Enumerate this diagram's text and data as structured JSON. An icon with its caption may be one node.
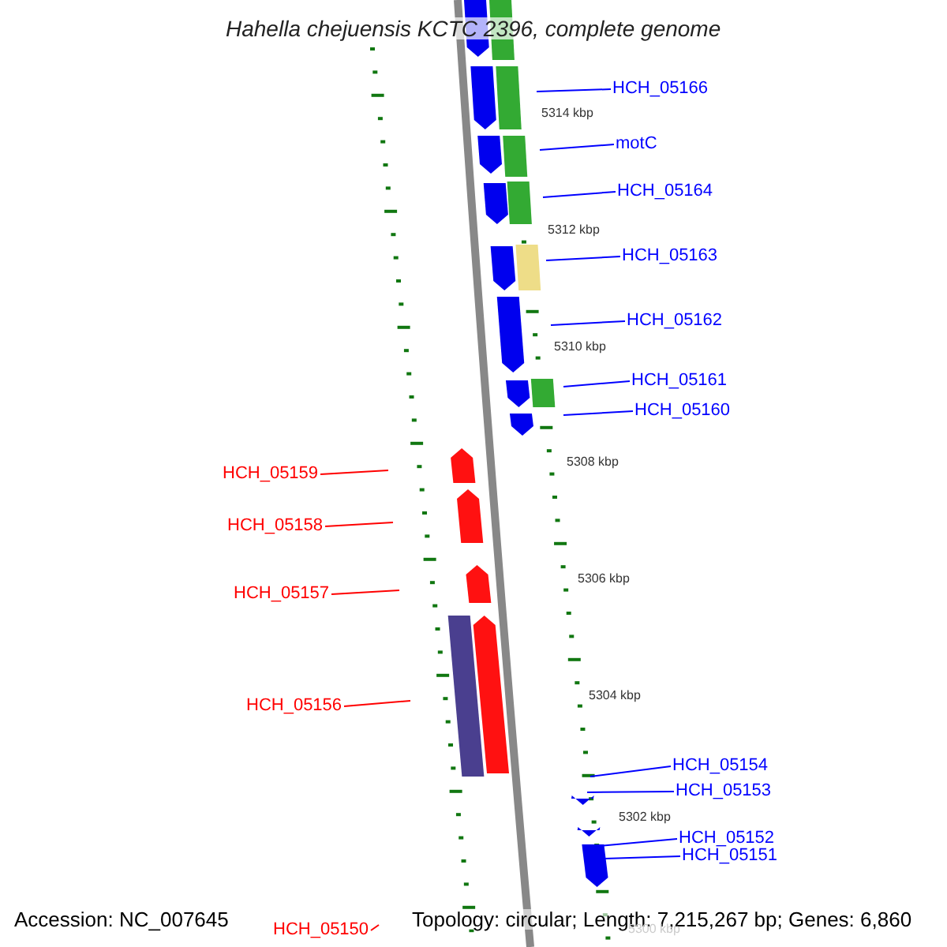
{
  "diagram": {
    "title": "Hahella chejuensis KCTC 2396, complete genome",
    "nodes": [
      {
        "text": [
          "HCH_05166"
        ]
      },
      {
        "text": [
          "motC"
        ]
      },
      {
        "text": [
          "HCH_05164"
        ]
      },
      {
        "text": [
          "HCH_05163"
        ]
      },
      {
        "text": [
          "HCH_05162"
        ]
      },
      {
        "text": [
          "HCH_05161"
        ]
      },
      {
        "text": [
          "HCH_05160"
        ]
      },
      {
        "text": [
          "HCH_05159"
        ]
      },
      {
        "text": [
          "HCH_05158"
        ]
      },
      {
        "text": [
          "HCH_05157"
        ]
      },
      {
        "text": [
          "HCH_05156"
        ]
      },
      {
        "text": [
          "HCH_05154"
        ]
      },
      {
        "text": [
          "HCH_05153"
        ]
      },
      {
        "text": [
          "HCH_05152"
        ]
      },
      {
        "text": [
          "HCH_05151"
        ]
      },
      {
        "text": [
          "HCH_05150"
        ]
      }
    ],
    "edges": [
      {
        "from": 0,
        "to": null,
        "arrow": "none",
        "color": "#0000ff"
      },
      {
        "from": 1,
        "to": null,
        "arrow": "none",
        "color": "#0000ff"
      },
      {
        "from": 2,
        "to": null,
        "arrow": "none",
        "color": "#0000ff"
      },
      {
        "from": 3,
        "to": null,
        "arrow": "none",
        "color": "#0000ff"
      },
      {
        "from": 4,
        "to": null,
        "arrow": "none",
        "color": "#0000ff"
      },
      {
        "from": 5,
        "to": null,
        "arrow": "none",
        "color": "#0000ff"
      },
      {
        "from": 6,
        "to": null,
        "arrow": "none",
        "color": "#0000ff"
      },
      {
        "from": 7,
        "to": null,
        "arrow": "none",
        "color": "#ff0000"
      },
      {
        "from": 8,
        "to": null,
        "arrow": "none",
        "color": "#ff0000"
      },
      {
        "from": 9,
        "to": null,
        "arrow": "none",
        "color": "#ff0000"
      },
      {
        "from": 10,
        "to": null,
        "arrow": "none",
        "color": "#ff0000"
      },
      {
        "from": 11,
        "to": null,
        "arrow": "none",
        "color": "#0000ff"
      },
      {
        "from": 12,
        "to": null,
        "arrow": "none",
        "color": "#0000ff"
      },
      {
        "from": 13,
        "to": null,
        "arrow": "none",
        "color": "#0000ff"
      },
      {
        "from": 14,
        "to": null,
        "arrow": "none",
        "color": "#0000ff"
      },
      {
        "from": 15,
        "to": null,
        "arrow": "none",
        "color": "#ff0000"
      }
    ],
    "labels": [
      "5314 kbp",
      "5312 kbp",
      "5310 kbp",
      "5308 kbp",
      "5306 kbp",
      "5304 kbp",
      "5302 kbp",
      "Accession: NC_007645",
      "Topology: circular; Length: 7,215,267 bp; Genes: 6,860",
      "5300 kbp"
    ]
  }
}
